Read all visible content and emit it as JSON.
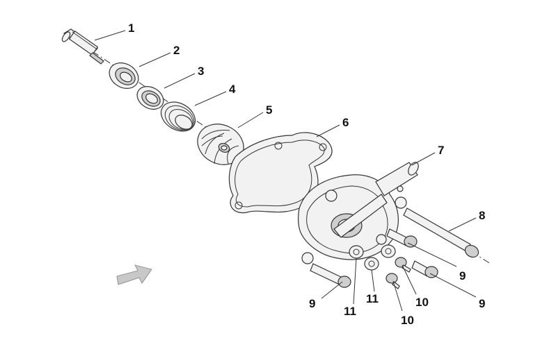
{
  "callouts": [
    {
      "id": "c1",
      "label": "1"
    },
    {
      "id": "c2",
      "label": "2"
    },
    {
      "id": "c3",
      "label": "3"
    },
    {
      "id": "c4",
      "label": "4"
    },
    {
      "id": "c5",
      "label": "5"
    },
    {
      "id": "c6",
      "label": "6"
    },
    {
      "id": "c7",
      "label": "7"
    },
    {
      "id": "c8",
      "label": "8"
    },
    {
      "id": "c9a",
      "label": "9"
    },
    {
      "id": "c9b",
      "label": "9"
    },
    {
      "id": "c9c",
      "label": "9"
    },
    {
      "id": "c10a",
      "label": "10"
    },
    {
      "id": "c10b",
      "label": "10"
    },
    {
      "id": "c11a",
      "label": "11"
    },
    {
      "id": "c11b",
      "label": "11"
    }
  ],
  "direction_arrow": {
    "icon": "front-direction-arrow-icon",
    "color": "#c8c8c8"
  }
}
